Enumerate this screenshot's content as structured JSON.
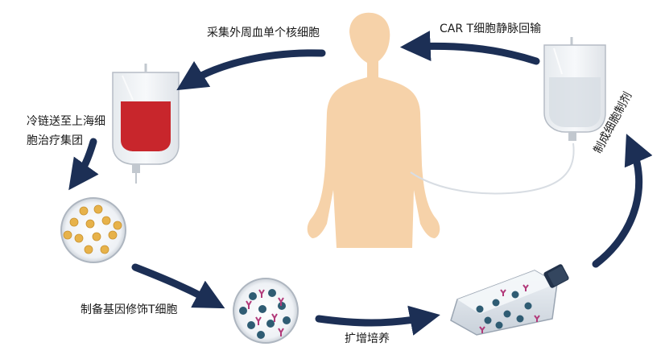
{
  "steps": {
    "collect": "采集外周血单个核细胞",
    "ship": "冷链送至上海细胞治疗集团",
    "modify": "制备基因修饰T细胞",
    "expand": "扩增培养",
    "prepare": "制成细胞制剂",
    "infuse": "CAR T细胞静脉回输"
  },
  "colors": {
    "arrow": "#1c2f55",
    "skin": "#f6d2a9",
    "blood_bag_fill": "#c8262c",
    "cell_yellow": "#e7b24a",
    "cell_teal": "#2f5c73",
    "antibody": "#b23a7a"
  }
}
